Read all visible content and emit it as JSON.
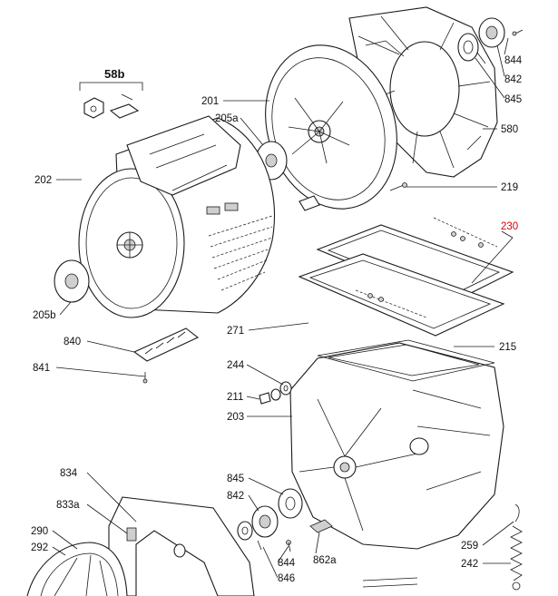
{
  "colors": {
    "line": "#1a1a1a",
    "highlight": "#d40000",
    "background": "#ffffff"
  },
  "labels": {
    "p58b": "58b",
    "p844a": "844",
    "p842a": "842",
    "p845a": "845",
    "p201": "201",
    "p580": "580",
    "p205a": "205a",
    "p202": "202",
    "p219": "219",
    "p230": "230",
    "p205b": "205b",
    "p271": "271",
    "p215": "215",
    "p840": "840",
    "p841": "841",
    "p244": "244",
    "p211": "211",
    "p203": "203",
    "p834": "834",
    "p845b": "845",
    "p842b": "842",
    "p833a": "833a",
    "p290": "290",
    "p292": "292",
    "p844b": "844",
    "p846": "846",
    "p862a": "862a",
    "p259": "259",
    "p242": "242"
  }
}
